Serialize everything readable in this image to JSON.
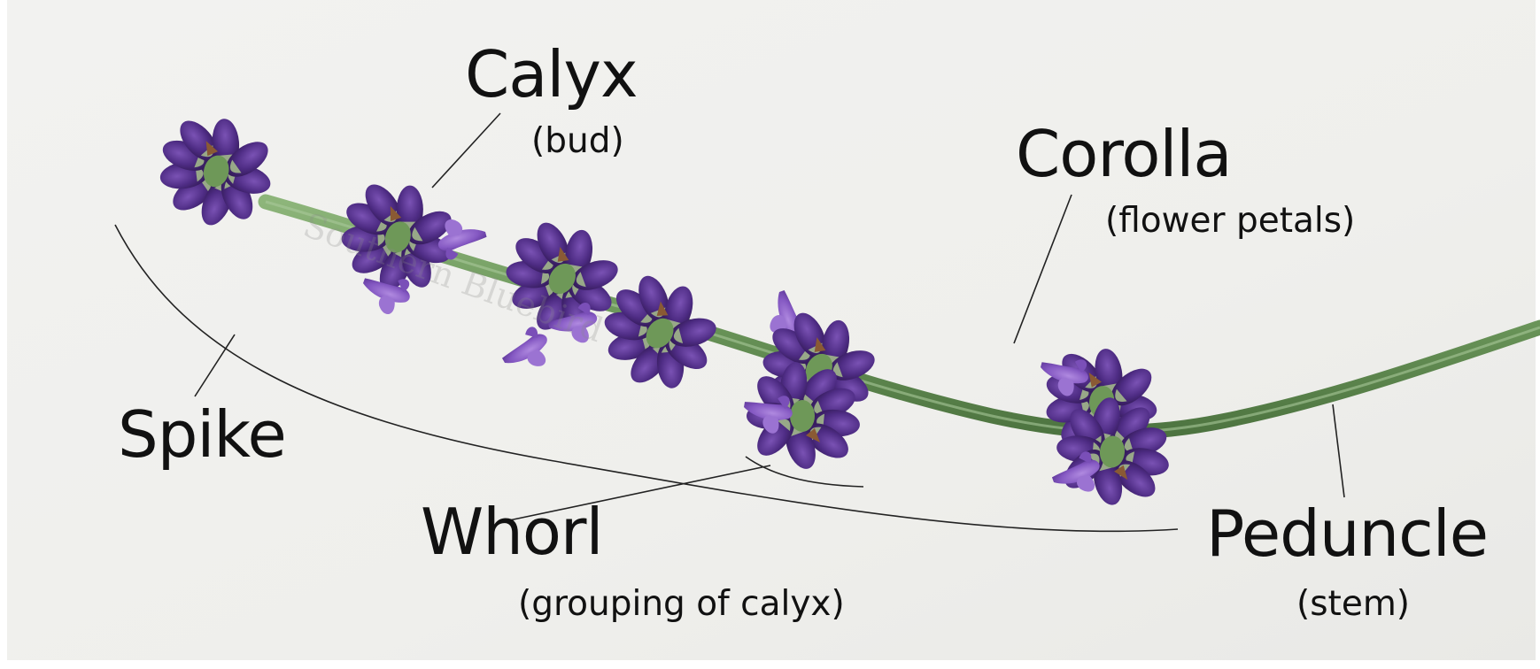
{
  "labels": {
    "calyx": {
      "title": "Calyx",
      "subtitle": "(bud)"
    },
    "corolla": {
      "title": "Corolla",
      "subtitle": "(flower petals)"
    },
    "spike": {
      "title": "Spike"
    },
    "whorl": {
      "title": "Whorl",
      "subtitle": "(grouping of calyx)"
    },
    "peduncle": {
      "title": "Peduncle",
      "subtitle": "(stem)"
    }
  },
  "colors": {
    "background": "#f0f0ee",
    "flower_dark": "#3d1f68",
    "flower_mid": "#5a3592",
    "flower_light": "#8a5cc4",
    "stem": "#6f9a5e",
    "calyx_brown": "#7a4a2a",
    "callout_line": "#222222"
  },
  "watermark_text": "Southern Bluebird"
}
